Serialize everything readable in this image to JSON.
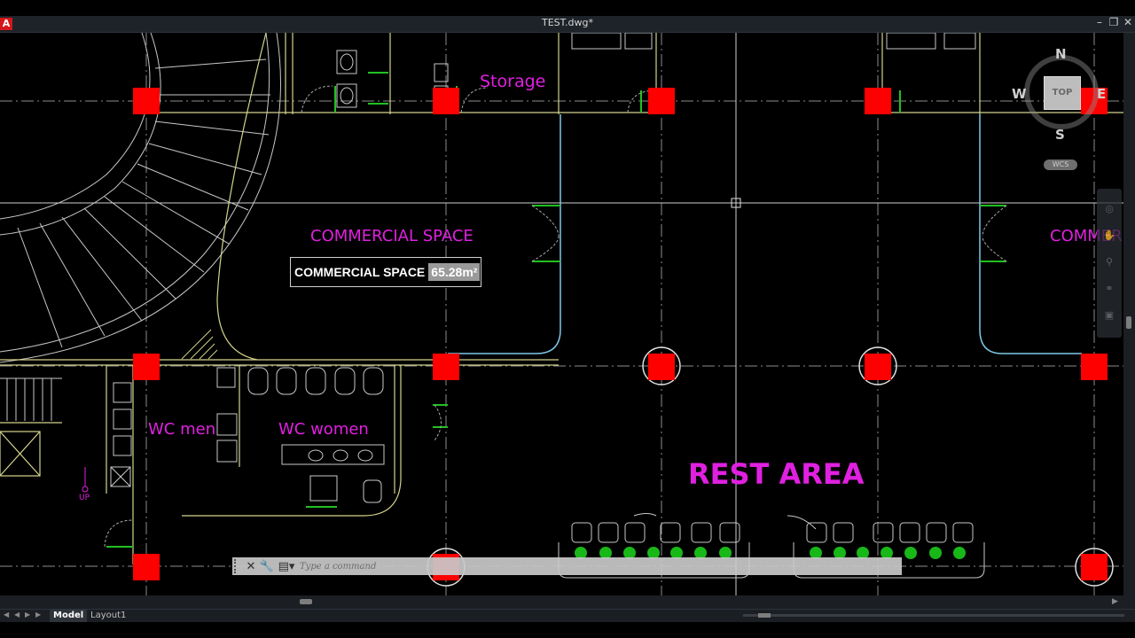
{
  "window": {
    "title": "TEST.dwg*",
    "logo": "A"
  },
  "labels": {
    "storage": "Storage",
    "commercial_space": "COMMERCIAL SPACE",
    "commercial_space_right": "COMMER",
    "wc_men": "WC men",
    "wc_women": "WC women",
    "rest_area": "REST AREA",
    "up": "UP"
  },
  "area_tag": {
    "name": "COMMERCIAL SPACE",
    "value": "65.28m²"
  },
  "viewcube": {
    "face": "TOP",
    "north": "N",
    "south": "S",
    "east": "E",
    "west": "W",
    "ucs": "WCS"
  },
  "command_line": {
    "placeholder": "Type a command"
  },
  "layout_tabs": {
    "tabs": [
      "Model",
      "Layout1"
    ],
    "active": "Model"
  },
  "icons": {
    "logo": "autocad-logo-icon",
    "minimize": "minimize-icon",
    "restore": "restore-icon",
    "close": "close-icon",
    "cmd_close": "close-icon",
    "cmd_customize": "wrench-icon",
    "cmd_history": "command-history-icon"
  },
  "colors": {
    "room_label": "#e020e0",
    "column": "#ff0000",
    "wall": "#d4d48c",
    "door": "#22c022",
    "glass": "#7fc8e8"
  }
}
